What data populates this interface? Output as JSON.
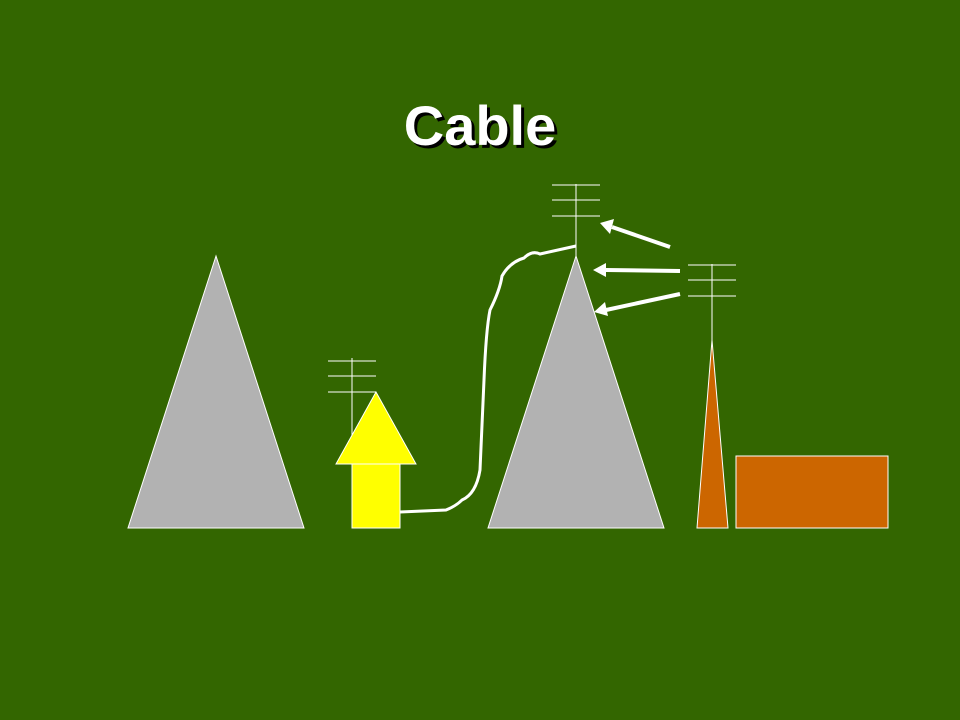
{
  "slide": {
    "title": "Cable"
  },
  "colors": {
    "background": "#336600",
    "mountain": "#b2b2b2",
    "house": "#ffff00",
    "tower": "#cc6600",
    "station": "#cc6600",
    "cable": "#ffffff",
    "antenna": "#ffffff",
    "arrow": "#ffffff",
    "outline": "#ffffff"
  },
  "diagram": {
    "elements": [
      "mountain-left",
      "house-with-antenna",
      "cable-line",
      "mountain-center-with-antenna",
      "broadcast-arrows",
      "transmitter-tower-with-antenna",
      "broadcast-station"
    ]
  }
}
